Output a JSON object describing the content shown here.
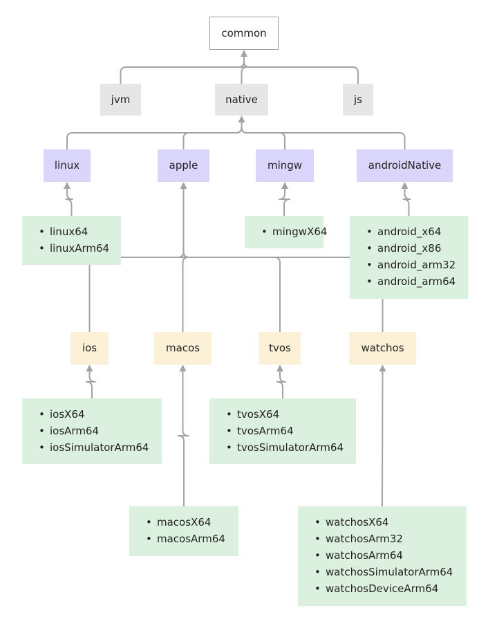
{
  "colors": {
    "connector": "#a3a3a3",
    "root_fill": "#ffffff",
    "root_border": "#9a9a9a",
    "gray": "#e6e6e6",
    "purple": "#d9d5fb",
    "yellow": "#fcf1d6",
    "green": "#dcf0e0",
    "text": "#222222"
  },
  "icons": {
    "bullet": "bullet-icon",
    "arrowhead": "arrowhead-icon"
  },
  "nodes": {
    "common": "common",
    "jvm": "jvm",
    "native": "native",
    "js": "js",
    "linux": "linux",
    "apple": "apple",
    "mingw": "mingw",
    "androidNative": "androidNative",
    "ios": "ios",
    "macos": "macos",
    "tvos": "tvos",
    "watchos": "watchos"
  },
  "leaves": {
    "linux": [
      "linux64",
      "linuxArm64"
    ],
    "mingw": [
      "mingwX64"
    ],
    "androidNative": [
      "android_x64",
      "android_x86",
      "android_arm32",
      "android_arm64"
    ],
    "ios": [
      "iosX64",
      "iosArm64",
      "iosSimulatorArm64"
    ],
    "macos": [
      "macosX64",
      "macosArm64"
    ],
    "tvos": [
      "tvosX64",
      "tvosArm64",
      "tvosSimulatorArm64"
    ],
    "watchos": [
      "watchosX64",
      "watchosArm32",
      "watchosArm64",
      "watchosSimulatorArm64",
      "watchosDeviceArm64"
    ]
  },
  "edges": [
    [
      "jvm",
      "common"
    ],
    [
      "native",
      "common"
    ],
    [
      "js",
      "common"
    ],
    [
      "linux",
      "native"
    ],
    [
      "apple",
      "native"
    ],
    [
      "mingw",
      "native"
    ],
    [
      "androidNative",
      "native"
    ],
    [
      "ios",
      "apple"
    ],
    [
      "macos",
      "apple"
    ],
    [
      "tvos",
      "apple"
    ],
    [
      "watchos",
      "apple"
    ],
    [
      "leaf-linux",
      "linux"
    ],
    [
      "leaf-mingw",
      "mingw"
    ],
    [
      "leaf-androidNative",
      "androidNative"
    ],
    [
      "leaf-ios",
      "ios"
    ],
    [
      "leaf-macos",
      "macos"
    ],
    [
      "leaf-tvos",
      "tvos"
    ],
    [
      "leaf-watchos",
      "watchos"
    ]
  ]
}
